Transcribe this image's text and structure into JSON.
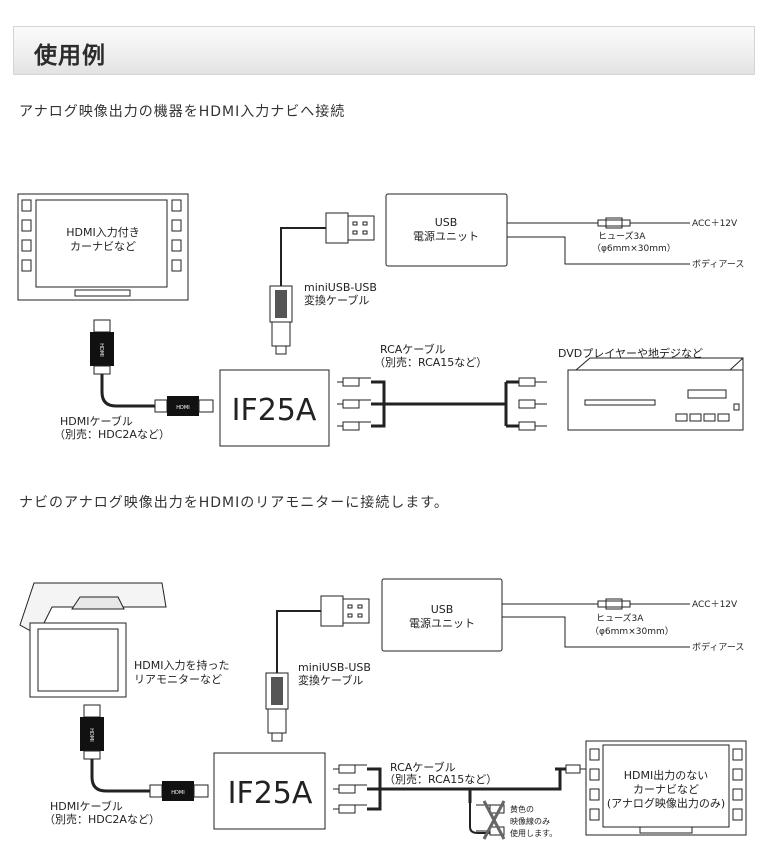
{
  "section": {
    "title": "使用例"
  },
  "examples": [
    {
      "caption": "アナログ映像出力の機器をHDMI入力ナビへ接続",
      "monitor_label": [
        "HDMI入力付き",
        "カーナビなど"
      ],
      "usb_unit": [
        "USB",
        "電源ユニット"
      ],
      "acc": "ACC＋12V",
      "fuse": [
        "ヒューズ3A",
        "（φ6mm×30mm）"
      ],
      "body_earth": "ボディアース",
      "miniusb": [
        "miniUSB-USB",
        "変換ケーブル"
      ],
      "rca": [
        "RCAケーブル",
        "（別売：RCA15など）"
      ],
      "device": "IF25A",
      "source": "DVDプレイヤーや地デジなど",
      "hdmi_cable": [
        "HDMIケーブル",
        "（別売：HDC2Aなど）"
      ],
      "hdmi_logo": "HDMI"
    },
    {
      "caption": "ナビのアナログ映像出力をHDMIのリアモニターに接続します。",
      "monitor_label": [
        "HDMI入力を持った",
        "リアモニターなど"
      ],
      "usb_unit": [
        "USB",
        "電源ユニット"
      ],
      "acc": "ACC＋12V",
      "fuse": [
        "ヒューズ3A",
        "（φ6mm×30mm）"
      ],
      "body_earth": "ボディアース",
      "miniusb": [
        "miniUSB-USB",
        "変換ケーブル"
      ],
      "rca": [
        "RCAケーブル",
        "（別売：RCA15など）"
      ],
      "device": "IF25A",
      "navi_label": [
        "HDMI出力のない",
        "カーナビなど",
        "(アナログ映像出力のみ)"
      ],
      "note": [
        "黄色の",
        "映像線のみ",
        "使用します。"
      ],
      "hdmi_cable": [
        "HDMIケーブル",
        "（別売：HDC2Aなど）"
      ],
      "hdmi_logo": "HDMI"
    }
  ]
}
